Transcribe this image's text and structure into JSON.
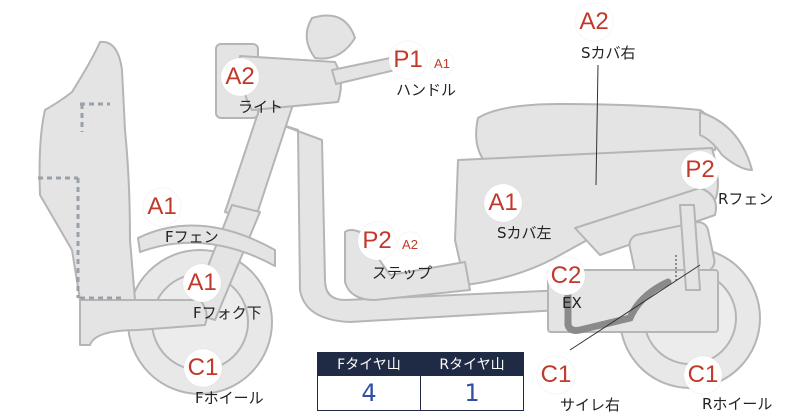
{
  "labels": {
    "light": "ライト",
    "handle": "ハンドル",
    "s_cover_right": "Sカバ右",
    "r_fender": "Rフェン",
    "s_cover_left": "Sカバ左",
    "f_fender": "Fフェン",
    "step": "ステップ",
    "f_fork_lower": "Fフォク下",
    "exhaust": "EX",
    "f_wheel": "Fホイール",
    "muffler_right": "サイレ右",
    "r_wheel": "Rホイール"
  },
  "badges": {
    "light": "A2",
    "handle_big": "P1",
    "handle_small": "A1",
    "s_cover_right": "A2",
    "r_fender": "P2",
    "s_cover_left": "A1",
    "f_fender": "A1",
    "step_big": "P2",
    "step_small": "A2",
    "f_fork_lower": "A1",
    "exhaust": "C2",
    "f_wheel": "C1",
    "muffler_right": "C1",
    "r_wheel": "C1"
  },
  "tire_table": {
    "headers": [
      "Fタイヤ山",
      "Rタイヤ山"
    ],
    "values": [
      "4",
      "1"
    ]
  },
  "colors": {
    "part_fill": "#e4e4e4",
    "part_stroke": "#b5b5b5",
    "grade_text": "#c0392b",
    "table_header": "#1f2a44",
    "table_value": "#2f4fa8"
  }
}
